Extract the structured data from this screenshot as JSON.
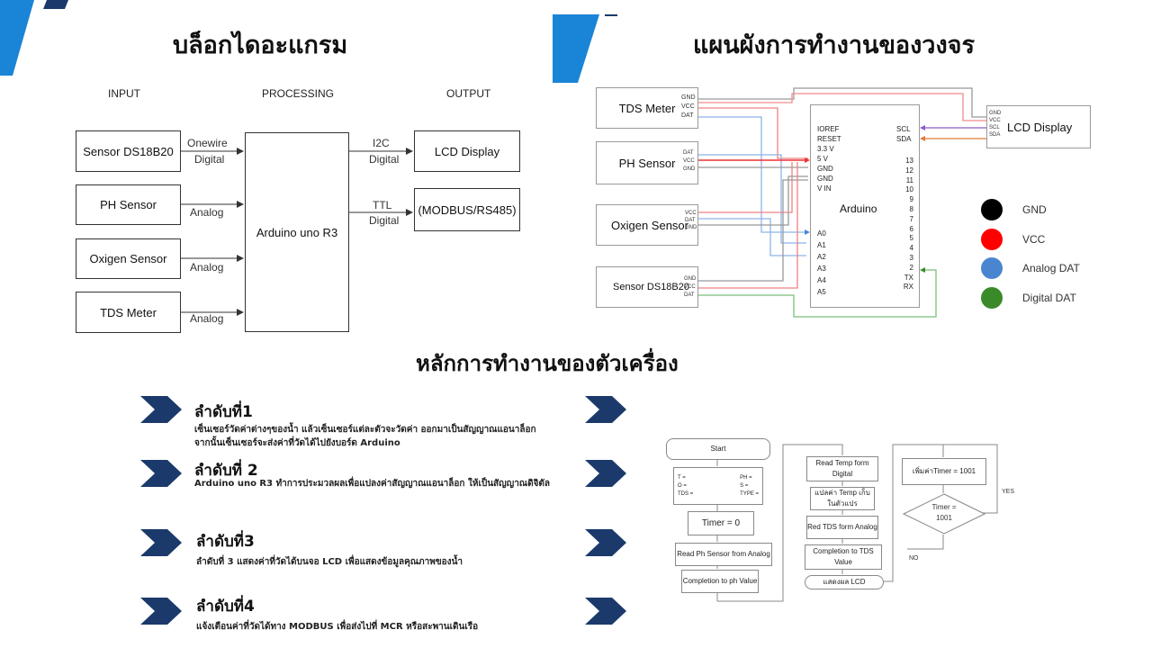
{
  "colors": {
    "accent_blue": "#1a84d6",
    "chevron_navy": "#1b3a6b",
    "wire_gray": "#808080",
    "wire_red": "#f08080",
    "wire_blue": "#8cb4e8",
    "wire_green": "#7bbf7b"
  },
  "block_diagram": {
    "title": "บล็อกไดอะแกรม",
    "headers": {
      "input": "INPUT",
      "processing": "PROCESSING",
      "output": "OUTPUT"
    },
    "inputs": [
      "Sensor DS18B20",
      "PH Sensor",
      "Oxigen Sensor",
      "TDS Meter"
    ],
    "processor": "Arduino uno R3",
    "outputs": [
      "LCD Display",
      "(MODBUS/RS485)"
    ],
    "input_links": [
      {
        "top": "Onewire",
        "bottom": "Digital"
      },
      {
        "bottom": "Analog"
      },
      {
        "bottom": "Analog"
      },
      {
        "bottom": "Analog"
      }
    ],
    "output_links": [
      {
        "top": "I2C",
        "bottom": "Digital"
      },
      {
        "top": "TTL",
        "bottom": "Digital"
      }
    ]
  },
  "circuit": {
    "title": "แผนผังการทำงานของวงจร",
    "sensors": [
      {
        "name": "TDS Meter",
        "pins": [
          "GND",
          "VCC",
          "DAT"
        ]
      },
      {
        "name": "PH Sensor",
        "pins": [
          "DAT",
          "VCC",
          "GND"
        ]
      },
      {
        "name": "Oxigen Sensor",
        "pins": [
          "VCC",
          "DAT",
          "GND"
        ]
      },
      {
        "name": "Sensor DS18B20",
        "pins": [
          "GND",
          "VCC",
          "DAT"
        ]
      }
    ],
    "lcd": {
      "name": "LCD Display",
      "pins": [
        "GND",
        "VCC",
        "SCL",
        "SDA"
      ]
    },
    "arduino": {
      "name": "Arduino",
      "left_pins_top": [
        "IOREF",
        "RESET",
        "3.3 V",
        "5 V",
        "GND",
        "GND",
        "V IN"
      ],
      "left_pins_bottom": [
        "A0",
        "A1",
        "A2",
        "A3",
        "A4",
        "A5"
      ],
      "right_pins_top": [
        "SCL",
        "SDA"
      ],
      "right_pins": [
        "13",
        "12",
        "11",
        "10",
        "9",
        "8",
        "7",
        "6",
        "5",
        "4",
        "3",
        "2",
        "TX",
        "RX"
      ]
    },
    "legend": [
      {
        "label": "GND",
        "color": "#000000"
      },
      {
        "label": "VCC",
        "color": "#ff0000"
      },
      {
        "label": "Analog DAT",
        "color": "#4a86d0"
      },
      {
        "label": "Digital DAT",
        "color": "#3a8a2a"
      }
    ]
  },
  "principle": {
    "title": "หลักการทำงานของตัวเครื่อง",
    "steps": [
      {
        "title": "ลำดับที่1",
        "desc": "เซ็นเซอร์วัดค่าต่างๆของน้ำ แล้วเซ็นเซอร์แต่ละตัวจะวัดค่า ออกมาเป็นสัญญาณแอนาล็อกจากนั้นเซ็นเซอร์จะส่งค่าที่วัดได้ไปยังบอร์ด Arduino"
      },
      {
        "title": "ลำดับที่ 2",
        "desc": "Arduino uno R3 ทำการประมวลผลเพื่อแปลงค่าสัญญาณแอนาล็อก ให้เป็นสัญญาณดิจิตัล"
      },
      {
        "title": "ลำดับที่3",
        "desc": "ลำดับที่ 3 แสดงค่าที่วัดได้บนจอ LCD เพื่อแสดงข้อมูลคุณภาพของน้ำ"
      },
      {
        "title": "ลำดับที่4",
        "desc": "แจ้งเตือนค่าที่วัดได้ทาง MODBUS เพื่อส่งไปที่ MCR หรือสะพานเดินเรือ"
      }
    ]
  },
  "flowchart": {
    "start": "Start",
    "init_vars": {
      "left": [
        "T =",
        "O =",
        "TDS ="
      ],
      "right": [
        "PH =",
        "S =",
        "TYPE ="
      ]
    },
    "timer_init": "Timer = 0",
    "read_ph": "Read Ph Sensor from Analog",
    "completion_ph": "Completion to ph Value",
    "read_temp": "Read Temp form Digital",
    "convert_temp": "แปลค่า Temp เก็บในตัวแปร",
    "read_tds": "Red TDS form Analog",
    "completion_tds": "Completion to TDS Value",
    "show_lcd": "แสดงผล LCD",
    "timer_add": "เพิ่มค่าTimer = 1001",
    "timer_check": "Timer = 1001",
    "yes": "YES",
    "no": "NO"
  }
}
